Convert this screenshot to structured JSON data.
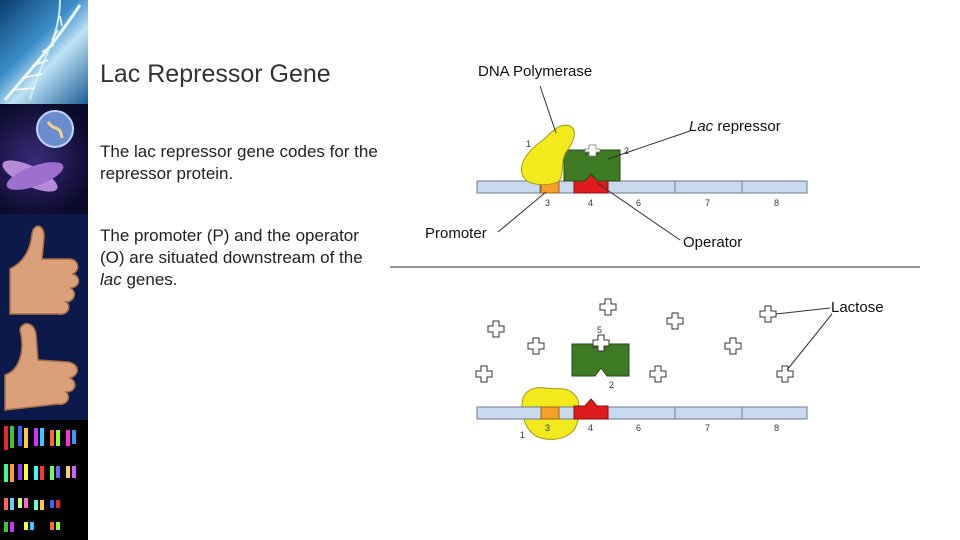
{
  "slide": {
    "title": "Lac Repressor Gene",
    "paragraph1": "The lac repressor gene codes for the repressor protein.",
    "paragraph2_before": "The promoter (P) and the operator (O) are situated downstream of the ",
    "paragraph2_italic": "lac",
    "paragraph2_after": " genes."
  },
  "labels": {
    "dna_polymerase": "DNA Polymerase",
    "lac_repressor_italic": "Lac",
    "lac_repressor_rest": " repressor",
    "promoter": "Promoter",
    "operator": "Operator",
    "lactose": "Lactose"
  },
  "top_diagram_numbers": [
    "1",
    "2",
    "3",
    "4",
    "6",
    "7",
    "8"
  ],
  "bottom_diagram_numbers": [
    "5",
    "2",
    "1",
    "3",
    "4",
    "6",
    "7",
    "8"
  ],
  "colors": {
    "polymerase": "#f2ea1c",
    "repressor": "#3f7a24",
    "promoter": "#f5a02a",
    "operator": "#e01b1b",
    "dna": "#c9d9f0"
  }
}
